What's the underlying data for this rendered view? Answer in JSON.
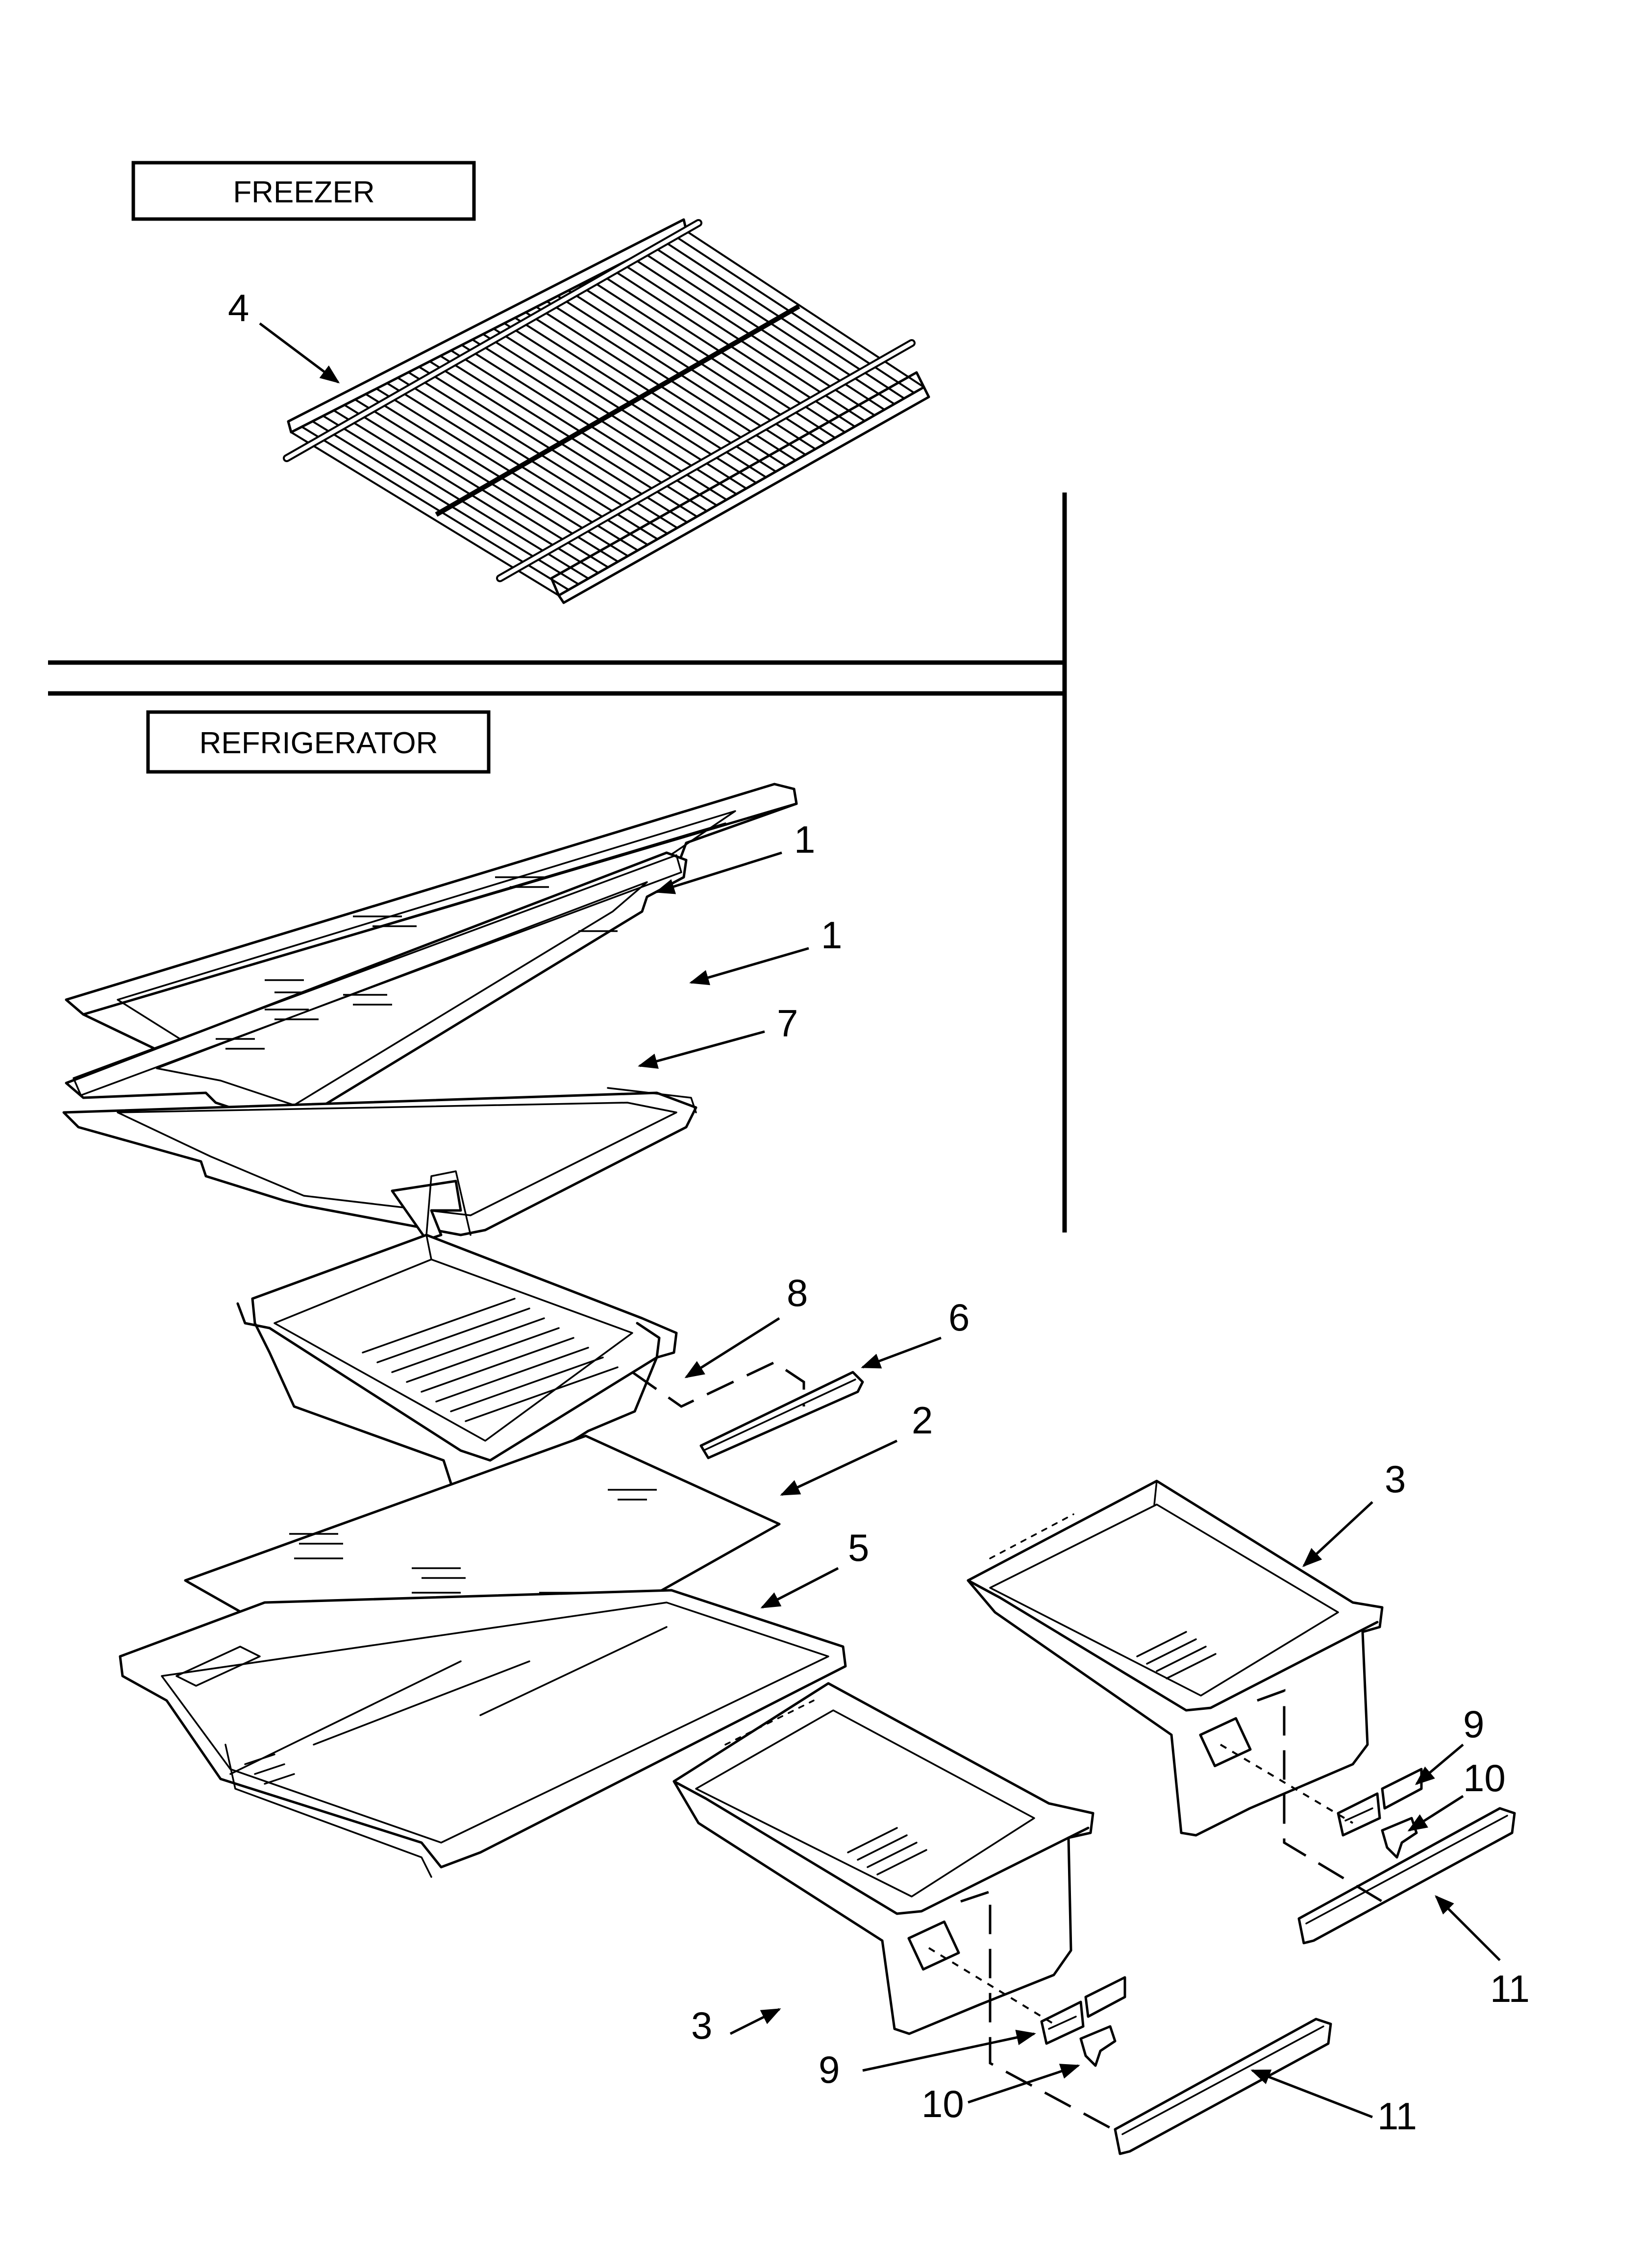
{
  "sections": {
    "freezer_label": "FREEZER",
    "refrigerator_label": "REFRIGERATOR"
  },
  "callouts": {
    "c4": "4",
    "c1a": "1",
    "c1b": "1",
    "c7": "7",
    "c8": "8",
    "c6": "6",
    "c2": "2",
    "c5": "5",
    "c3a": "3",
    "c3b": "3",
    "c9a": "9",
    "c10a": "10",
    "c11a": "11",
    "c9b": "9",
    "c10b": "10",
    "c11b": "11"
  }
}
